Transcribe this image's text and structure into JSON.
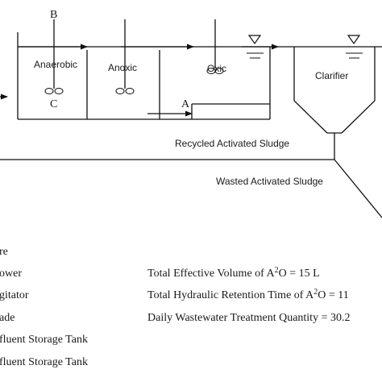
{
  "diagram": {
    "labels": {
      "b": "B",
      "c": "C",
      "a": "A",
      "anaerobic": "Anaerobic",
      "anoxic": "Anoxic",
      "oxic": "Oxic",
      "clarifier": "Clarifier",
      "recycled": "Recycled Activated Sludge",
      "wasted": "Wasted Activated Sludge"
    },
    "legend_left": [
      "re",
      "ower",
      "gitator",
      "ade",
      "fluent Storage Tank",
      "fluent Storage Tank"
    ],
    "legend_right": [
      {
        "prefix": "Total Effective Volume of A",
        "sup": "2",
        "suffix": "O = 15 L"
      },
      {
        "prefix": "Total Hydraulic Retention Time of A",
        "sup": "2",
        "suffix": "O = 11"
      },
      {
        "prefix": "Daily Wastewater Treatment Quantity = 30.2",
        "sup": "",
        "suffix": ""
      }
    ]
  }
}
